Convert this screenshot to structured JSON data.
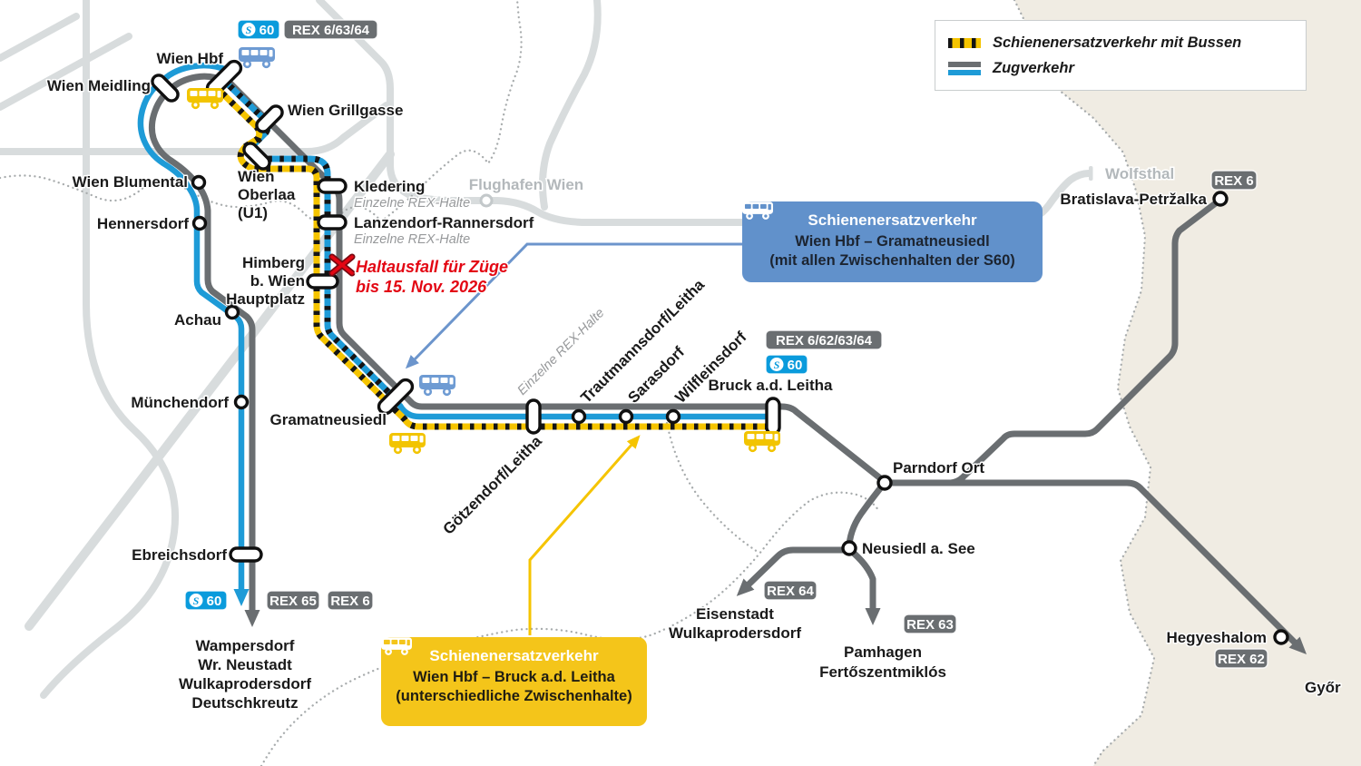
{
  "colors": {
    "train_gray": "#6A6E71",
    "train_blue": "#1E9BD7",
    "bus_yellow": "#F5C400",
    "sbahn_blue": "#0A9BDC",
    "callout_blue": "#6191CB",
    "callout_yellow": "#F4C51A",
    "notice_red": "#E30613",
    "background_rail": "#D8DCDD",
    "foreign_area": "#F0ECE3"
  },
  "legend": {
    "items": [
      {
        "label": "Schienenersatzverkehr mit Bussen",
        "type": "bus-replacement"
      },
      {
        "label": "Zugverkehr",
        "type": "train"
      }
    ]
  },
  "callouts": {
    "s60": {
      "title": "Schienenersatzverkehr",
      "line1": "Wien Hbf – Gramatneusiedl",
      "line2": "(mit allen Zwischenhalten der S60)"
    },
    "bruck": {
      "title": "Schienenersatzverkehr",
      "line1": "Wien Hbf – Bruck a.d. Leitha",
      "line2": "(unterschiedliche Zwischenhalte)"
    }
  },
  "notice": {
    "line1": "Haltausfall für Züge",
    "line2": "bis 15. Nov. 2026"
  },
  "notes": {
    "kledering": "Einzelne REX-Halte",
    "lanzendorf": "Einzelne REX-Halte",
    "goetzendorf": "Einzelne REX-Halte"
  },
  "badges": {
    "s_logo": "S",
    "hbf_s60": "60",
    "hbf_rex": "REX 6/63/64",
    "bruck_s60": "60",
    "bruck_rex": "REX 6/62/63/64",
    "ebreichsdorf_s60": "60",
    "rex65": "REX 65",
    "rex6_south": "REX 6",
    "rex64": "REX 64",
    "rex63": "REX 63",
    "rex62": "REX 62",
    "rex6_bratislava": "REX 6"
  },
  "stations": {
    "wien_hbf": "Wien Hbf",
    "wien_meidling": "Wien Meidling",
    "wien_grillgasse": "Wien Grillgasse",
    "wien_blumental": "Wien Blumental",
    "hennersdorf": "Hennersdorf",
    "kledering": "Kledering",
    "lanzendorf": "Lanzendorf-Rannersdorf",
    "achau": "Achau",
    "muenchendorf": "Münchendorf",
    "gramatneusiedl": "Gramatneusiedl",
    "ebreichsdorf": "Ebreichsdorf",
    "goetzendorf": "Götzendorf/Leitha",
    "trautmannsdorf": "Trautmannsdorf/Leitha",
    "sarasdorf": "Sarasdorf",
    "wilfleinsdorf": "Wilfleinsdorf",
    "bruck": "Bruck a.d. Leitha",
    "parndorf": "Parndorf Ort",
    "neusiedl": "Neusiedl a. See",
    "flughafen": "Flughafen Wien",
    "wolfsthal": "Wolfsthal",
    "bratislava": "Bratislava-Petržalka",
    "hegyeshalom": "Hegyeshalom",
    "gyor": "Győr"
  },
  "stations_multi": {
    "wien_oberlaa": [
      "Wien",
      "Oberlaa",
      "(U1)"
    ],
    "himberg": [
      "Himberg",
      "b. Wien",
      "Hauptplatz"
    ]
  },
  "destinations": {
    "south": [
      "Wampersdorf",
      "Wr. Neustadt",
      "Wulkaprodersdorf",
      "Deutschkreutz"
    ],
    "eisenstadt": [
      "Eisenstadt",
      "Wulkaprodersdorf"
    ],
    "pamhagen": [
      "Pamhagen",
      "Fertőszentmiklós"
    ]
  }
}
